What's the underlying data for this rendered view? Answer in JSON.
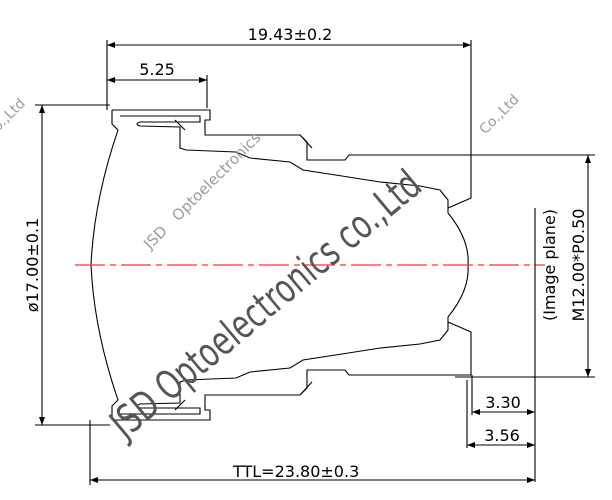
{
  "drawing": {
    "dimensions": {
      "overall_length": "19.43±0.2",
      "front_length": "5.25",
      "diameter": "ø17.00±0.1",
      "thread": "M12.00*P0.50",
      "image_plane": "(Image plane)",
      "bfl_1": "3.30",
      "bfl_2": "3.56",
      "ttl": "TTL=23.80±0.3"
    },
    "watermarks": {
      "top_left": "o.,Ltd",
      "top_right": "Co.,Ltd",
      "middle": "JSD   Optoelectronics",
      "large": "JSD Optoelectronics co.,Ltd"
    },
    "colors": {
      "lines": "#000000",
      "optical_axis": "#ff3333",
      "watermark_light": "#9a9a9a",
      "watermark_dark": "#555555"
    }
  }
}
